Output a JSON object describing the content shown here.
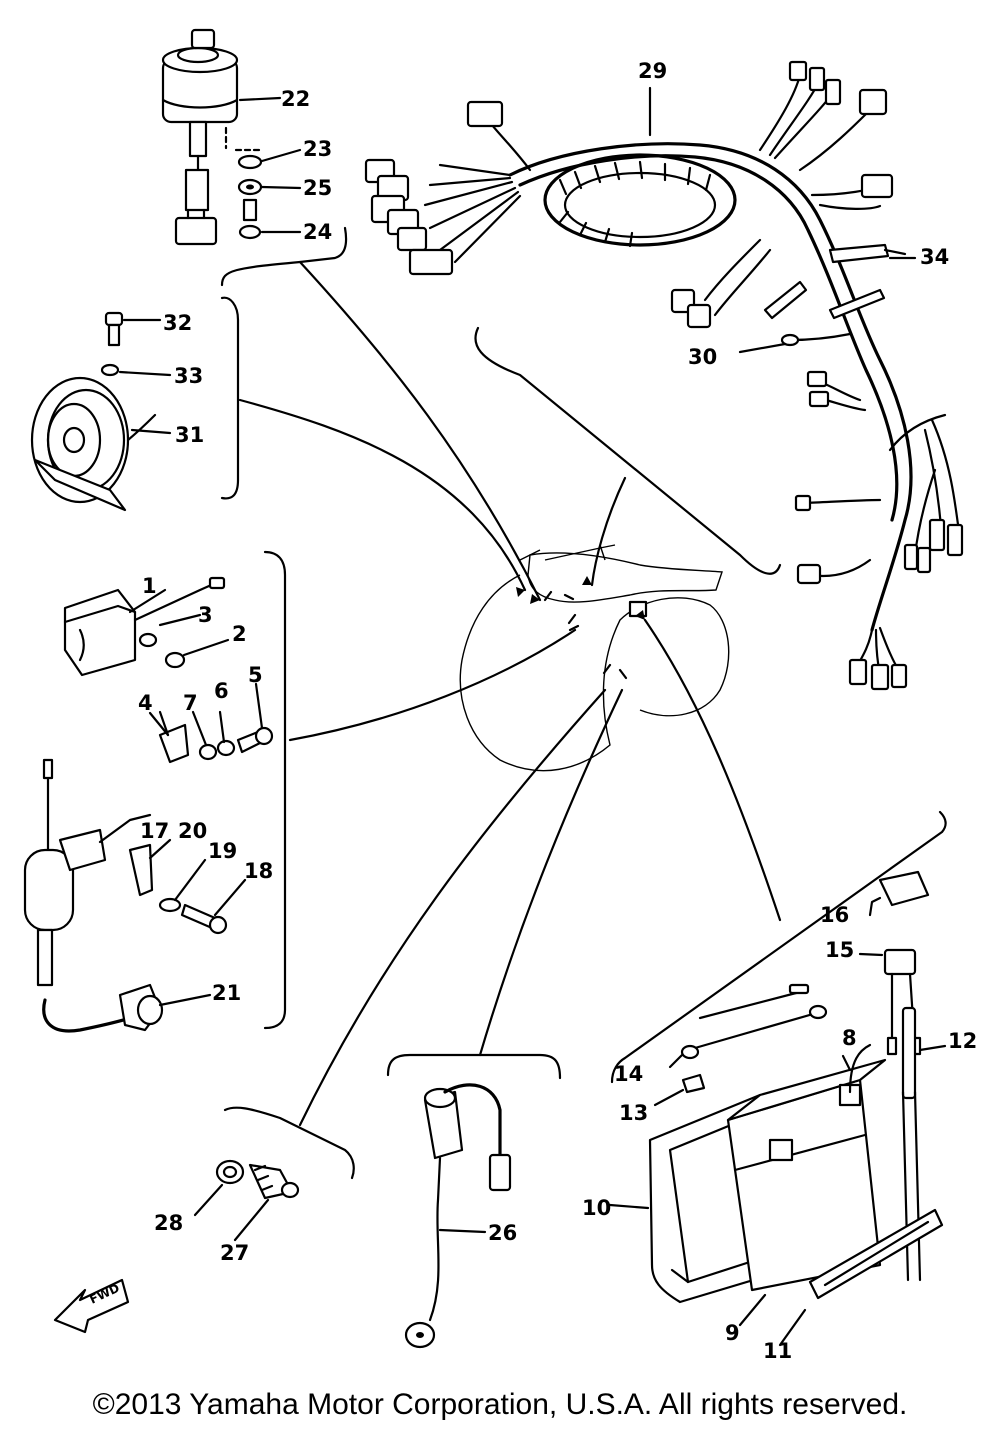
{
  "copyright": "©2013 Yamaha Motor Corporation, U.S.A. All rights reserved.",
  "fwd_label": "FWD",
  "callouts": {
    "p1": "1",
    "p2": "2",
    "p3": "3",
    "p4": "4",
    "p5": "5",
    "p6": "6",
    "p7": "7",
    "p8": "8",
    "p9": "9",
    "p10": "10",
    "p11": "11",
    "p12": "12",
    "p13": "13",
    "p14": "14",
    "p15": "15",
    "p16": "16",
    "p17": "17",
    "p18": "18",
    "p19": "19",
    "p20": "20",
    "p21": "21",
    "p22": "22",
    "p23": "23",
    "p24": "24",
    "p25": "25",
    "p26": "26",
    "p27": "27",
    "p28": "28",
    "p29": "29",
    "p30": "30",
    "p31": "31",
    "p32": "32",
    "p33": "33",
    "p34": "34"
  }
}
